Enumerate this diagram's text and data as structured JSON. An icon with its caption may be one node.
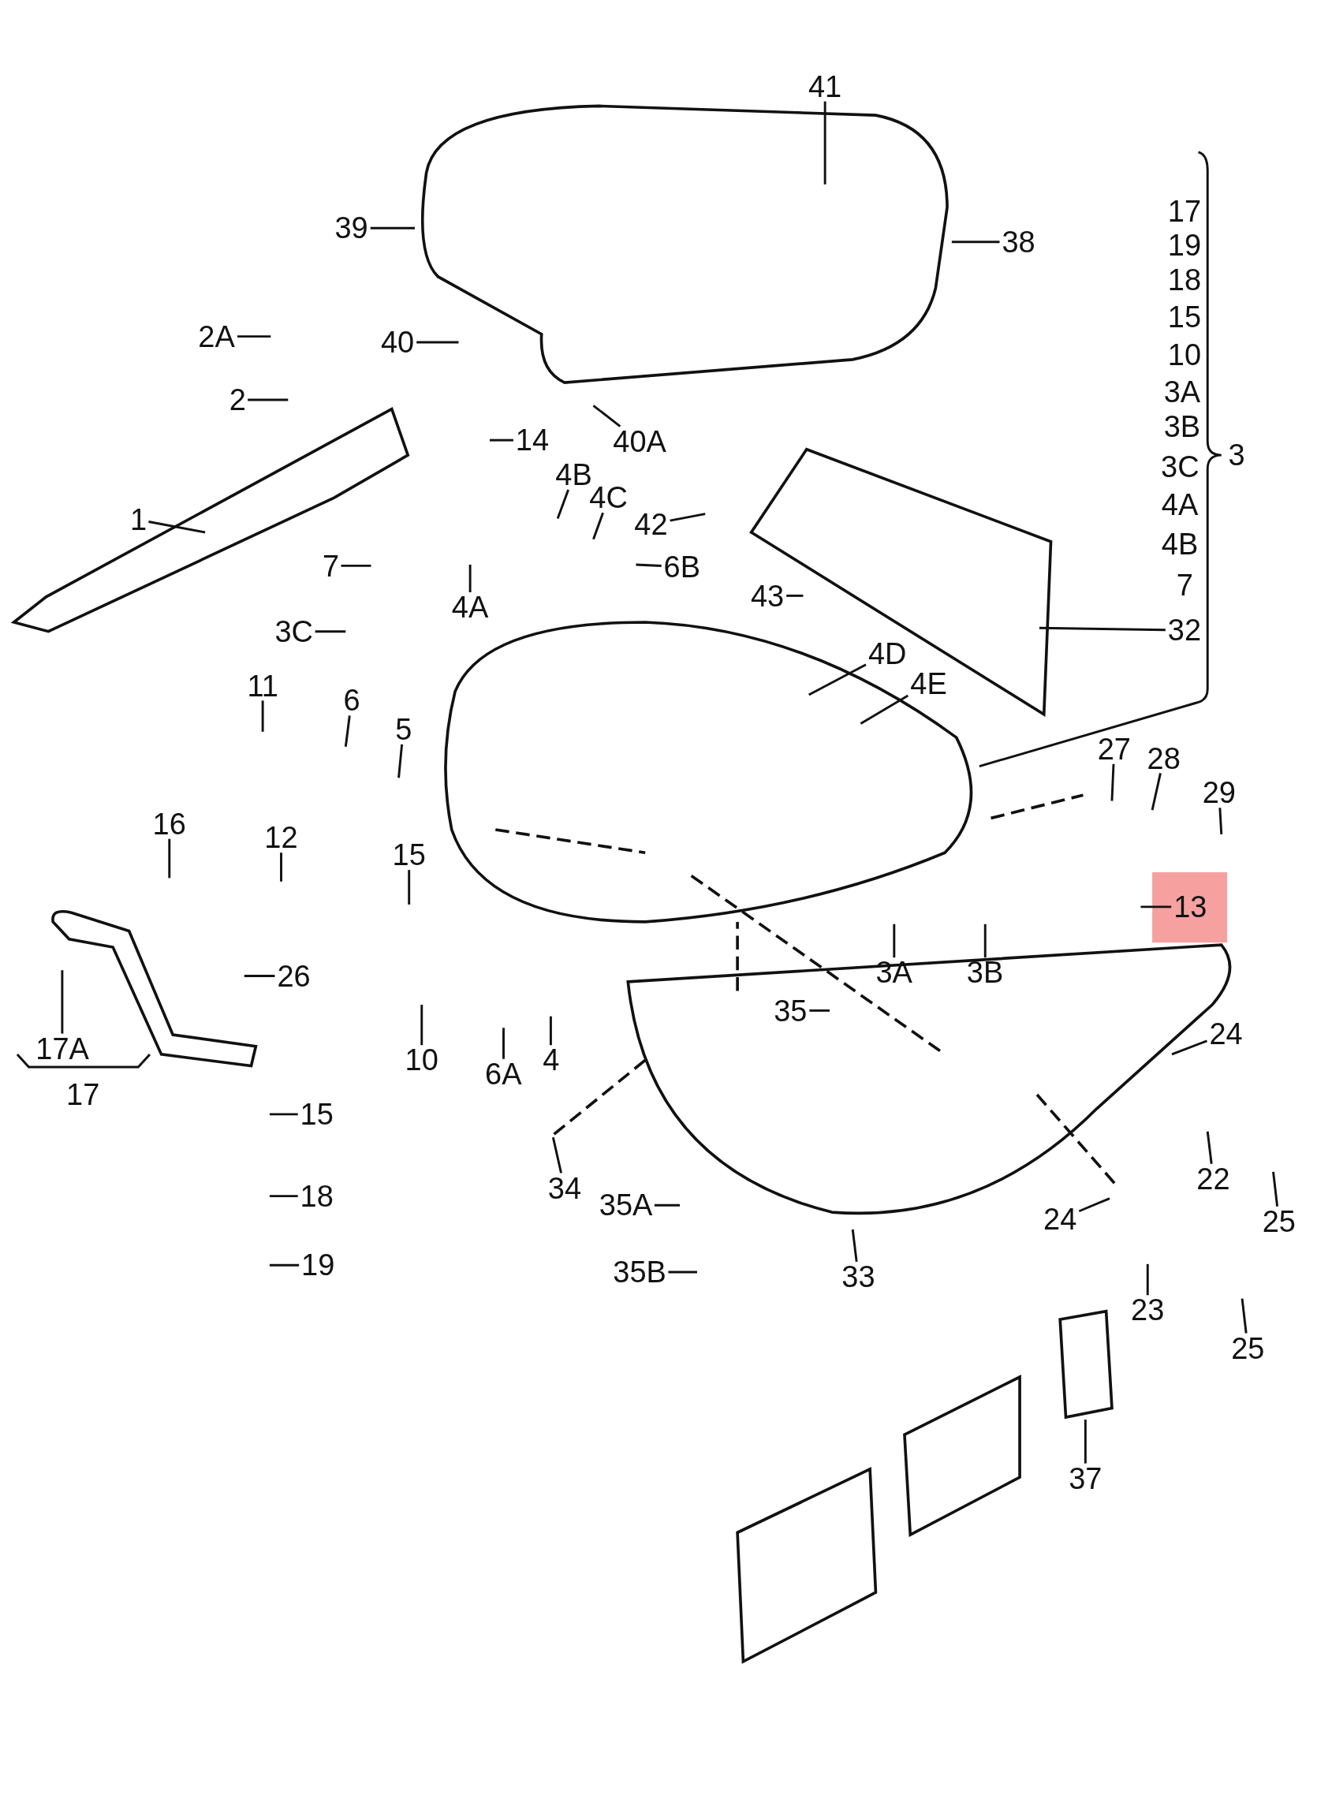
{
  "diagram": {
    "nodes": [
      {
        "text": [
          "41"
        ]
      },
      {
        "text": [
          "39"
        ]
      },
      {
        "text": [
          "38"
        ]
      },
      {
        "text": [
          "2A"
        ]
      },
      {
        "text": [
          "40"
        ]
      },
      {
        "text": [
          "2"
        ]
      },
      {
        "text": [
          "14"
        ]
      },
      {
        "text": [
          "40A"
        ]
      },
      {
        "text": [
          "4B"
        ]
      },
      {
        "text": [
          "4C"
        ]
      },
      {
        "text": [
          "1"
        ]
      },
      {
        "text": [
          "42"
        ]
      },
      {
        "text": [
          "7"
        ]
      },
      {
        "text": [
          "6B"
        ]
      },
      {
        "text": [
          "43"
        ]
      },
      {
        "text": [
          "4A"
        ]
      },
      {
        "text": [
          "32"
        ]
      },
      {
        "text": [
          "3C"
        ]
      },
      {
        "text": [
          "4D"
        ]
      },
      {
        "text": [
          "4E"
        ]
      },
      {
        "text": [
          "11"
        ]
      },
      {
        "text": [
          "6"
        ]
      },
      {
        "text": [
          "5"
        ]
      },
      {
        "text": [
          "27"
        ]
      },
      {
        "text": [
          "28"
        ]
      },
      {
        "text": [
          "29"
        ]
      },
      {
        "text": [
          "16"
        ]
      },
      {
        "text": [
          "12"
        ]
      },
      {
        "text": [
          "15"
        ]
      },
      {
        "text": [
          "13"
        ]
      },
      {
        "text": [
          "26"
        ]
      },
      {
        "text": [
          "3A"
        ]
      },
      {
        "text": [
          "3B"
        ]
      },
      {
        "text": [
          "35"
        ]
      },
      {
        "text": [
          "24"
        ]
      },
      {
        "text": [
          "17A"
        ]
      },
      {
        "text": [
          "10"
        ]
      },
      {
        "text": [
          "6A"
        ]
      },
      {
        "text": [
          "4"
        ]
      },
      {
        "text": [
          "15"
        ]
      },
      {
        "text": [
          "22"
        ]
      },
      {
        "text": [
          "34"
        ]
      },
      {
        "text": [
          "18"
        ]
      },
      {
        "text": [
          "35A"
        ]
      },
      {
        "text": [
          "24"
        ]
      },
      {
        "text": [
          "25"
        ]
      },
      {
        "text": [
          "19"
        ]
      },
      {
        "text": [
          "35B"
        ]
      },
      {
        "text": [
          "33"
        ]
      },
      {
        "text": [
          "23"
        ]
      },
      {
        "text": [
          "25"
        ]
      },
      {
        "text": [
          "37"
        ]
      }
    ],
    "edges": [
      {
        "from": 0,
        "to": null,
        "arrow": "none"
      },
      {
        "from": 1,
        "to": null,
        "arrow": "none"
      },
      {
        "from": 2,
        "to": null,
        "arrow": "none"
      },
      {
        "from": 3,
        "to": null,
        "arrow": "none"
      },
      {
        "from": 4,
        "to": null,
        "arrow": "none"
      },
      {
        "from": 5,
        "to": null,
        "arrow": "none"
      },
      {
        "from": 6,
        "to": null,
        "arrow": "none"
      },
      {
        "from": 7,
        "to": null,
        "arrow": "none"
      },
      {
        "from": 8,
        "to": null,
        "arrow": "none"
      },
      {
        "from": 9,
        "to": null,
        "arrow": "none"
      },
      {
        "from": 10,
        "to": null,
        "arrow": "none"
      },
      {
        "from": 11,
        "to": null,
        "arrow": "none"
      },
      {
        "from": 12,
        "to": null,
        "arrow": "none"
      },
      {
        "from": 13,
        "to": null,
        "arrow": "none"
      },
      {
        "from": 14,
        "to": null,
        "arrow": "none"
      },
      {
        "from": 15,
        "to": null,
        "arrow": "none"
      },
      {
        "from": 16,
        "to": null,
        "arrow": "none"
      },
      {
        "from": 17,
        "to": null,
        "arrow": "none"
      },
      {
        "from": 18,
        "to": null,
        "arrow": "none"
      },
      {
        "from": 19,
        "to": null,
        "arrow": "none"
      },
      {
        "from": 20,
        "to": null,
        "arrow": "none"
      },
      {
        "from": 21,
        "to": null,
        "arrow": "none"
      },
      {
        "from": 22,
        "to": null,
        "arrow": "none"
      },
      {
        "from": 23,
        "to": null,
        "arrow": "none"
      },
      {
        "from": 24,
        "to": null,
        "arrow": "none"
      },
      {
        "from": 25,
        "to": null,
        "arrow": "none"
      },
      {
        "from": 26,
        "to": null,
        "arrow": "none"
      },
      {
        "from": 27,
        "to": null,
        "arrow": "none"
      },
      {
        "from": 28,
        "to": null,
        "arrow": "none"
      },
      {
        "from": 29,
        "to": null,
        "arrow": "none"
      },
      {
        "from": 30,
        "to": null,
        "arrow": "none"
      },
      {
        "from": 31,
        "to": null,
        "arrow": "none"
      },
      {
        "from": 32,
        "to": null,
        "arrow": "none"
      },
      {
        "from": 33,
        "to": null,
        "arrow": "none"
      },
      {
        "from": 34,
        "to": null,
        "arrow": "none"
      },
      {
        "from": 35,
        "to": null,
        "arrow": "none"
      },
      {
        "from": 36,
        "to": null,
        "arrow": "none"
      },
      {
        "from": 37,
        "to": null,
        "arrow": "none"
      },
      {
        "from": 38,
        "to": null,
        "arrow": "none"
      },
      {
        "from": 39,
        "to": null,
        "arrow": "none"
      },
      {
        "from": 40,
        "to": null,
        "arrow": "none"
      },
      {
        "from": 41,
        "to": null,
        "arrow": "none"
      },
      {
        "from": 42,
        "to": null,
        "arrow": "none"
      },
      {
        "from": 43,
        "to": null,
        "arrow": "none"
      },
      {
        "from": 44,
        "to": null,
        "arrow": "none"
      },
      {
        "from": 45,
        "to": null,
        "arrow": "none"
      },
      {
        "from": 46,
        "to": null,
        "arrow": "none"
      },
      {
        "from": 47,
        "to": null,
        "arrow": "none"
      },
      {
        "from": 48,
        "to": null,
        "arrow": "none"
      },
      {
        "from": 49,
        "to": null,
        "arrow": "none"
      },
      {
        "from": 50,
        "to": null,
        "arrow": "none"
      },
      {
        "from": 51,
        "to": null,
        "arrow": "none"
      }
    ],
    "labels": [
      "17",
      "19",
      "18",
      "15",
      "10",
      "3A",
      "3B",
      "3",
      "3C",
      "4A",
      "4B",
      "7",
      "17"
    ]
  }
}
